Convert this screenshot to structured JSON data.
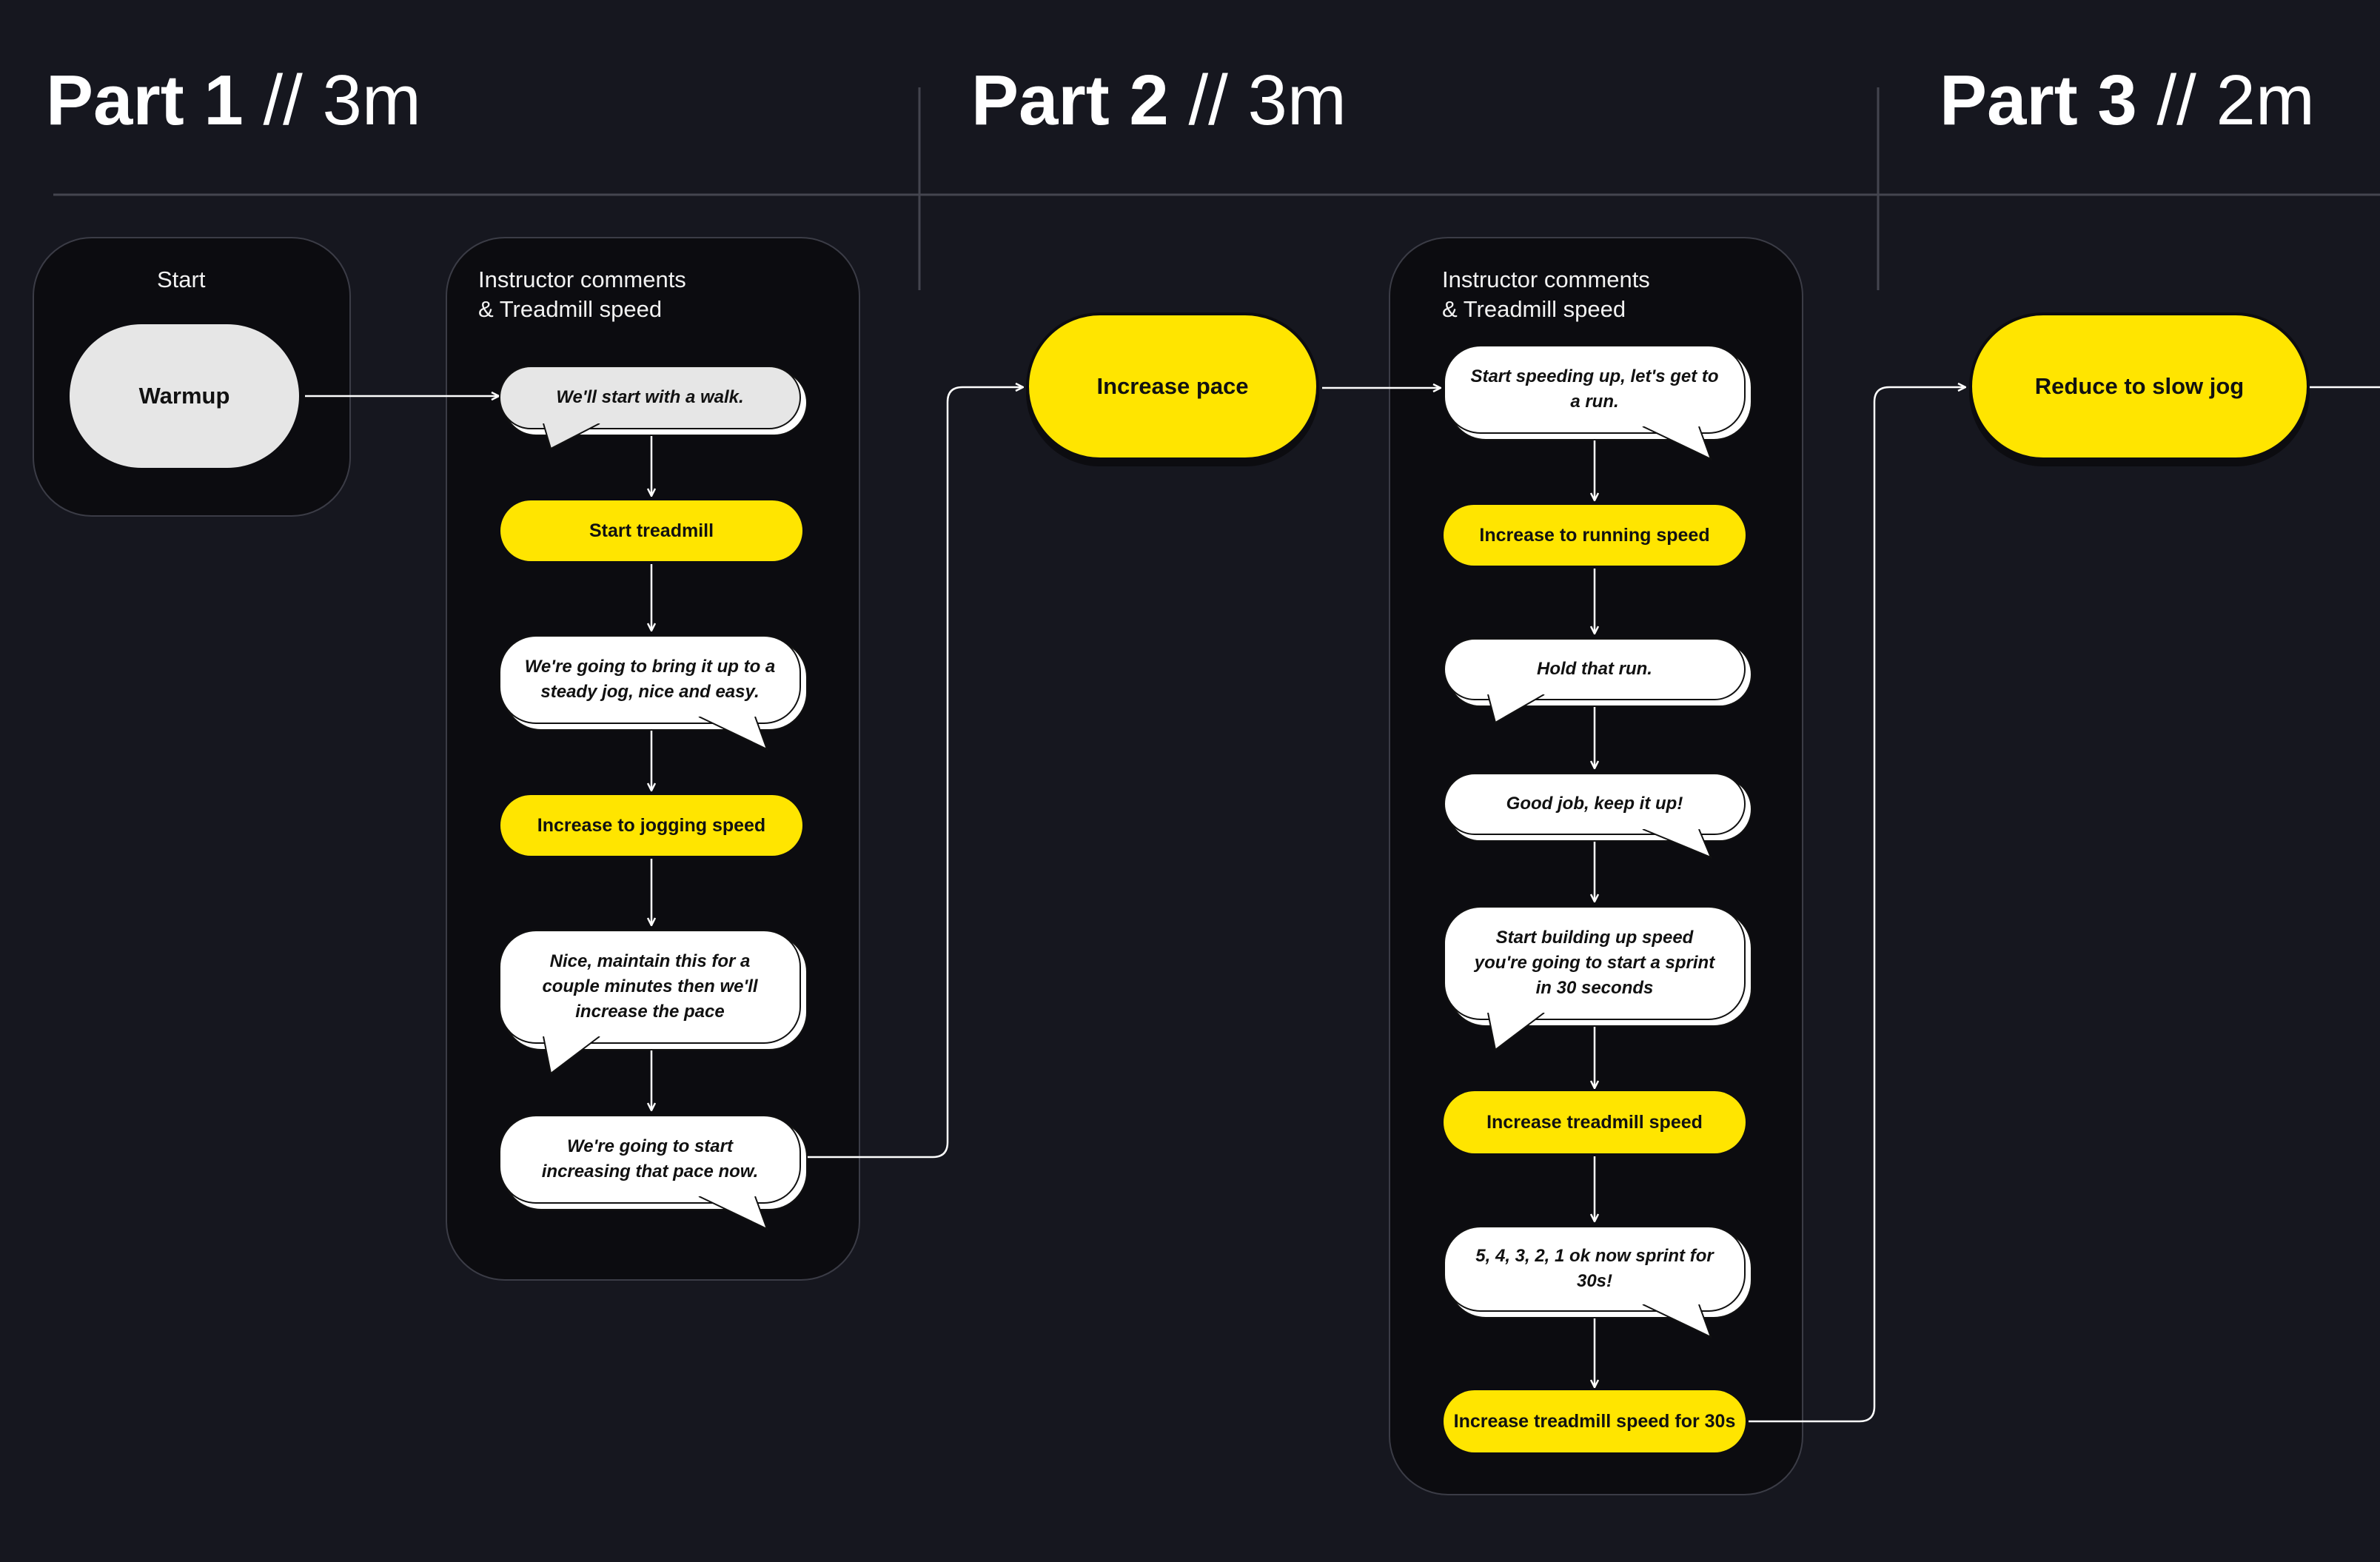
{
  "parts": [
    {
      "name": "Part 1",
      "duration": "// 3m"
    },
    {
      "name": "Part 2",
      "duration": "// 3m"
    },
    {
      "name": "Part 3",
      "duration": "// 2m"
    }
  ],
  "start_panel": {
    "label": "Start",
    "node": "Warmup"
  },
  "panel1": {
    "label": "Instructor comments\n& Treadmill speed",
    "steps": [
      "We'll start with a walk.",
      "Start treadmill",
      "We're going to bring it up to a steady jog, nice and easy.",
      "Increase to jogging speed",
      "Nice, maintain this for a couple minutes then we'll increase the pace",
      "We're going to start increasing that pace now."
    ]
  },
  "node_increase_pace": "Increase pace",
  "panel2": {
    "label": "Instructor comments\n& Treadmill speed",
    "steps": [
      "Start speeding up, let's get to a run.",
      "Increase to running speed",
      "Hold that run.",
      "Good job, keep it up!",
      "Start building up speed you're going to start a sprint in 30 seconds",
      "Increase treadmill speed",
      "5, 4, 3, 2, 1 ok now sprint for 30s!",
      "Increase treadmill speed for 30s"
    ]
  },
  "node_reduce": "Reduce to slow jog",
  "colors": {
    "background": "#16171f",
    "panel": "#0c0c10",
    "accent": "#ffe500",
    "bubble": "#ffffff",
    "line": "#ffffff"
  }
}
